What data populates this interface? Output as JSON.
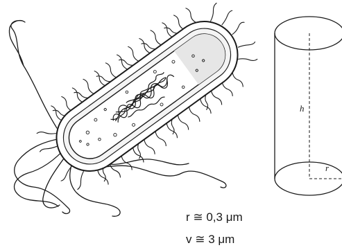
{
  "diagram": {
    "bacterium": {
      "depicts": "rod-shaped bacterium with flagella, pili and nucleoid"
    },
    "cylinder_model": {
      "height_label": "h",
      "radius_label": "r"
    },
    "captions": {
      "radius": "r ≅ 0,3 μm",
      "volume": "v ≅ 3 μm"
    },
    "colors": {
      "ink": "#1a1a1a",
      "cytoplasm_shade": "#e6e6e6",
      "background": "#ffffff"
    }
  }
}
